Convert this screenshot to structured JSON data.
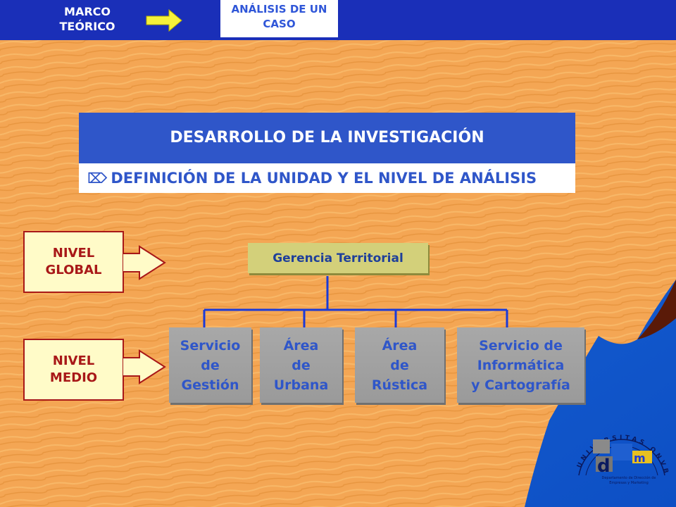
{
  "nav": {
    "marco_teorico": "MARCO\nTEÓRICO",
    "marco_line1": "MARCO",
    "marco_line2": "TEÓRICO",
    "analisis_line1": "ANÁLISIS DE UN",
    "analisis_line2": "CASO"
  },
  "header": {
    "title": "DESARROLLO DE LA INVESTIGACIÓN",
    "subtitle": "DEFINICIÓN DE LA UNIDAD Y EL NIVEL DE ANÁLISIS",
    "subtitle_icon": "⌦"
  },
  "levels": [
    {
      "line1": "NIVEL",
      "line2": "GLOBAL"
    },
    {
      "line1": "NIVEL",
      "line2": "MEDIO"
    }
  ],
  "org_chart": {
    "root": "Gerencia Territorial",
    "children": [
      {
        "lines": [
          "Servicio",
          "de",
          "Gestión"
        ]
      },
      {
        "lines": [
          "Área",
          "de",
          "Urbana"
        ]
      },
      {
        "lines": [
          "Área",
          "de",
          "Rústica"
        ]
      },
      {
        "lines": [
          "Servicio de",
          "Informática",
          "y Cartografía"
        ]
      }
    ]
  },
  "seal": {
    "text": "UNIVERSITAS ONVBENSIS",
    "caption_line1": "Departamento de Dirección de",
    "caption_line2": "Empresas y Marketing"
  },
  "colors": {
    "nav_blue": "#1a2fb8",
    "title_blue": "#2f56c9",
    "orange": "#f4a654",
    "level_border": "#a81818",
    "level_fill": "#fffbc8",
    "root_fill": "#d3d07a",
    "child_fill": "#a3a3a3",
    "connector": "#1a3ad8"
  }
}
